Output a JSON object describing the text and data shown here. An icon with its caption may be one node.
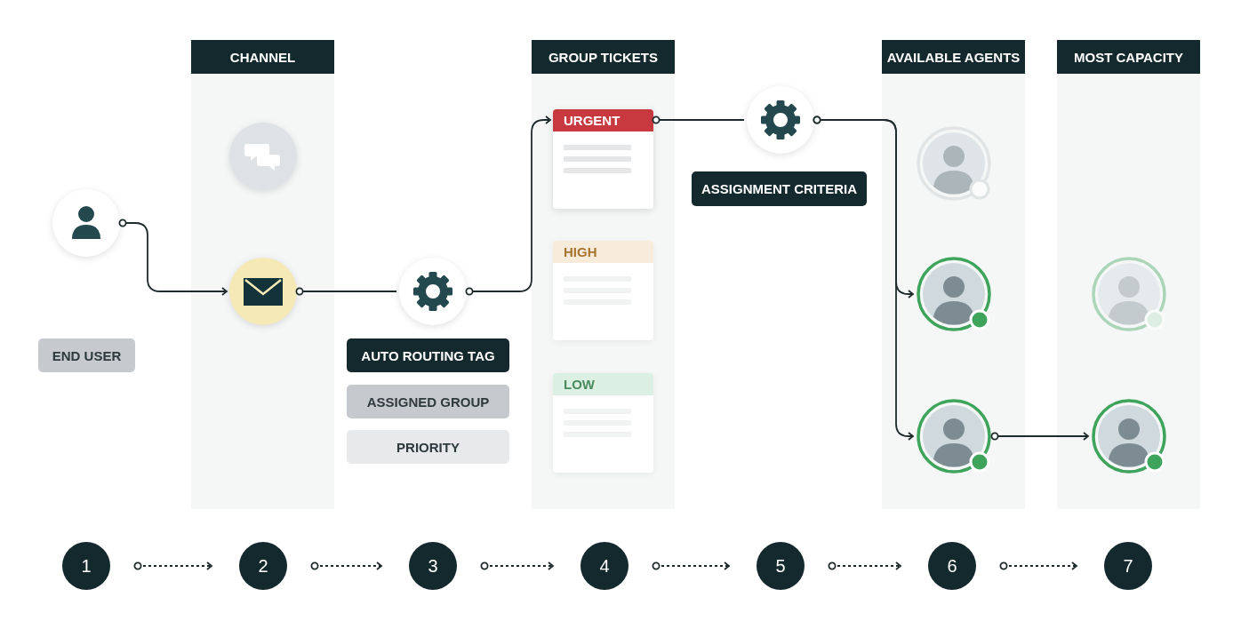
{
  "diagram": {
    "nodes": [
      {
        "text": [],
        "shape": "band"
      },
      {
        "text": [],
        "shape": "band"
      },
      {
        "text": [],
        "shape": "band"
      },
      {
        "text": [],
        "shape": "band"
      },
      {
        "text": [],
        "shape": "circle"
      },
      {
        "text": [
          "END USER"
        ]
      },
      {
        "text": [],
        "shape": "circle",
        "in": 0
      },
      {
        "text": [],
        "shape": "circle",
        "in": 0
      },
      {
        "text": [],
        "shape": "circle"
      },
      {
        "text": [
          "AUTO ROUTING TAG"
        ]
      },
      {
        "text": [
          "ASSIGNED GROUP"
        ]
      },
      {
        "text": [
          "PRIORITY"
        ]
      },
      {
        "text": [
          "URGENT"
        ],
        "in": 1
      },
      {
        "text": [
          "HIGH"
        ],
        "in": 1
      },
      {
        "text": [
          "LOW"
        ],
        "in": 1
      },
      {
        "text": [],
        "shape": "circle"
      },
      {
        "text": [
          "ASSIGNMENT CRITERIA"
        ]
      },
      {
        "text": [],
        "shape": "person",
        "in": 2
      },
      {
        "text": [],
        "shape": "person",
        "in": 2
      },
      {
        "text": [],
        "shape": "person",
        "in": 2
      },
      {
        "text": [],
        "shape": "person",
        "in": 3
      },
      {
        "text": [],
        "shape": "person",
        "in": 3
      },
      {
        "text": [
          "1"
        ]
      },
      {
        "text": [
          "2"
        ]
      },
      {
        "text": [
          "3"
        ]
      },
      {
        "text": [
          "4"
        ]
      },
      {
        "text": [
          "5"
        ]
      },
      {
        "text": [
          "6"
        ]
      },
      {
        "text": [
          "7"
        ]
      },
      {
        "text": [
          "CHANNEL"
        ],
        "in": 0
      },
      {
        "text": [
          "GROUP TICKETS"
        ],
        "in": 1
      },
      {
        "text": [
          "AVAILABLE AGENTS"
        ],
        "in": 2
      },
      {
        "text": [
          "MOST CAPACITY"
        ],
        "in": 3
      }
    ],
    "edges": [
      {
        "from": 4,
        "to": 7,
        "arrow": "to"
      },
      {
        "from": 7,
        "to": 8,
        "arrow": "other"
      },
      {
        "from": 8,
        "to": 12,
        "arrow": "to"
      },
      {
        "from": 12,
        "to": 15,
        "arrow": "other"
      },
      {
        "from": 15,
        "to": 18,
        "arrow": "to"
      },
      {
        "from": 15,
        "to": 19,
        "arrow": "to"
      },
      {
        "from": 19,
        "to": 21,
        "arrow": "to"
      },
      {
        "from": 22,
        "to": 23,
        "arrow": "to",
        "style": "dashed"
      },
      {
        "from": 23,
        "to": 24,
        "arrow": "to",
        "style": "dashed"
      },
      {
        "from": 24,
        "to": 25,
        "arrow": "to",
        "style": "dashed"
      },
      {
        "from": 25,
        "to": 26,
        "arrow": "to",
        "style": "dashed"
      },
      {
        "from": 26,
        "to": 27,
        "arrow": "to",
        "style": "dashed"
      },
      {
        "from": 27,
        "to": 28,
        "arrow": "to",
        "style": "dashed"
      }
    ]
  }
}
